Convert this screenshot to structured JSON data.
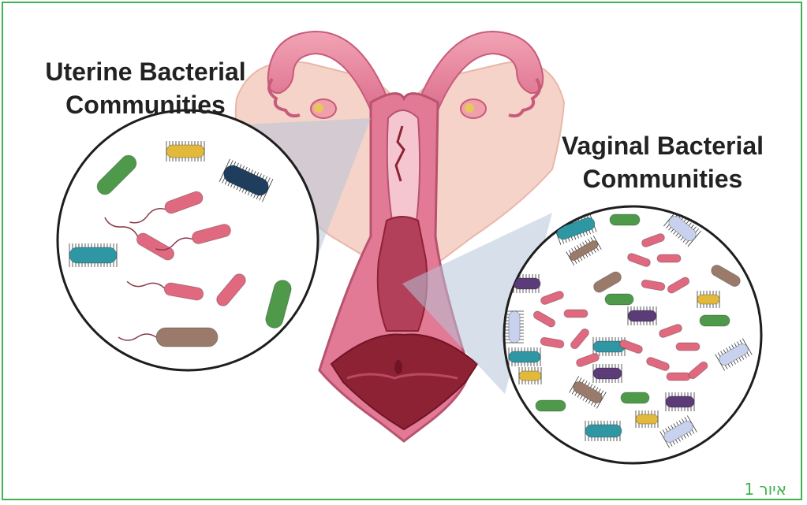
{
  "labels": {
    "uterine_line1": "Uterine Bacterial",
    "uterine_line2": "Communities",
    "vaginal_line1": "Vaginal Bacterial",
    "vaginal_line2": "Communities"
  },
  "caption": "איור 1",
  "colors": {
    "frame": "#3fb34f",
    "tissue_light": "#f3c9c2",
    "tissue_pink": "#e27a95",
    "tissue_dark": "#8e2235",
    "bacteria_pink": "#e0697f",
    "bacteria_green": "#4e9a4a",
    "bacteria_teal": "#2f97a3",
    "bacteria_yellow": "#e2b93a",
    "bacteria_navy": "#1f3d5c",
    "bacteria_brown": "#9a7b6b",
    "bacteria_purple": "#5b3b78",
    "bacteria_lavender": "#c8d2ee"
  }
}
